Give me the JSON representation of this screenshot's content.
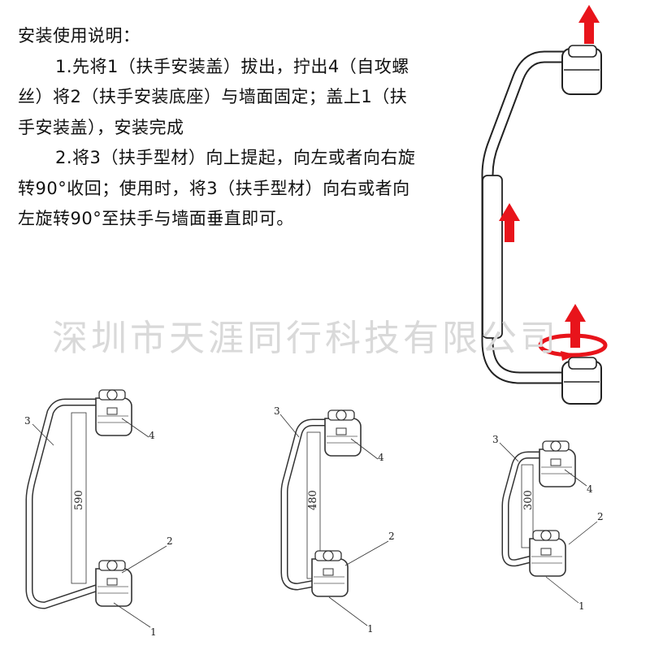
{
  "instructions": {
    "title": "安装使用说明：",
    "step1": "1.先将1（扶手安装盖）拔出，拧出4（自攻螺丝）将2（扶手安装底座）与墙面固定；盖上1（扶手安装盖），安装完成",
    "step2": "2.将3（扶手型材）向上提起，向左或者向右旋转90°收回；使用时，将3（扶手型材）向右或者向左旋转90°至扶手与墙面垂直即可。"
  },
  "watermark": "深圳市天涯同行科技有限公司",
  "colors": {
    "arrow": "#e8141b",
    "line": "#333333"
  },
  "diagrams": [
    {
      "dimension": "590",
      "labels": [
        "3",
        "4",
        "2",
        "1"
      ]
    },
    {
      "dimension": "480",
      "labels": [
        "3",
        "4",
        "2",
        "1"
      ]
    },
    {
      "dimension": "300",
      "labels": [
        "3",
        "4",
        "2",
        "1"
      ]
    }
  ]
}
